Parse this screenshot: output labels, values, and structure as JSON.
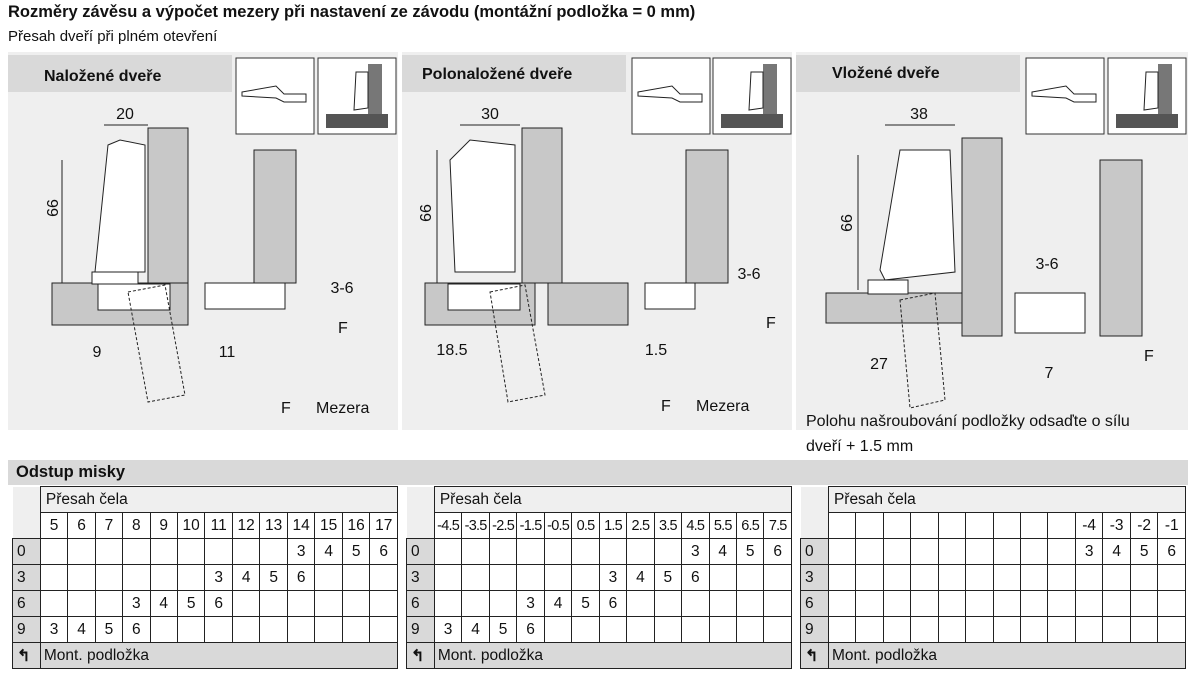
{
  "title": "Rozměry závěsu a výpočet mezery při nastavení ze závodu (montážní podložka = 0 mm)",
  "subtitle": "Přesah dveří při plném otevření",
  "panels": [
    {
      "label": "Naložené dveře",
      "dims": {
        "width": "20",
        "height": "66",
        "gap": "3-6",
        "f": "F",
        "left": "9",
        "right": "11"
      },
      "legend_f": "F",
      "legend_gap": "Mezera"
    },
    {
      "label": "Polonaložené dveře",
      "dims": {
        "width": "30",
        "height": "66",
        "gap": "3-6",
        "f": "F",
        "left": "18.5",
        "right": "1.5"
      },
      "legend_f": "F",
      "legend_gap": "Mezera"
    },
    {
      "label": "Vložené dveře",
      "dims": {
        "width": "38",
        "height": "66",
        "gap": "3-6",
        "f": "F",
        "left": "27",
        "right": "7"
      },
      "note_line1": "Polohu našroubování podložky odsaďte o sílu",
      "note_line2": "dveří + 1.5 mm"
    }
  ],
  "section_title": "Odstup misky",
  "tables": [
    {
      "overlay_label": "Přesah čela",
      "columns": [
        "5",
        "6",
        "7",
        "8",
        "9",
        "10",
        "11",
        "12",
        "13",
        "14",
        "15",
        "16",
        "17"
      ],
      "rows": [
        {
          "label": "0",
          "cells": [
            "",
            "",
            "",
            "",
            "",
            "",
            "",
            "",
            "",
            "3",
            "4",
            "5",
            "6"
          ]
        },
        {
          "label": "3",
          "cells": [
            "",
            "",
            "",
            "",
            "",
            "",
            "3",
            "4",
            "5",
            "6",
            "",
            "",
            ""
          ]
        },
        {
          "label": "6",
          "cells": [
            "",
            "",
            "",
            "3",
            "4",
            "5",
            "6",
            "",
            "",
            "",
            "",
            "",
            ""
          ]
        },
        {
          "label": "9",
          "cells": [
            "3",
            "4",
            "5",
            "6",
            "",
            "",
            "",
            "",
            "",
            "",
            "",
            "",
            ""
          ]
        }
      ],
      "footer": "Mont. podložka"
    },
    {
      "overlay_label": "Přesah čela",
      "columns": [
        "-4.5",
        "-3.5",
        "-2.5",
        "-1.5",
        "-0.5",
        "0.5",
        "1.5",
        "2.5",
        "3.5",
        "4.5",
        "5.5",
        "6.5",
        "7.5"
      ],
      "rows": [
        {
          "label": "0",
          "cells": [
            "",
            "",
            "",
            "",
            "",
            "",
            "",
            "",
            "",
            "3",
            "4",
            "5",
            "6"
          ]
        },
        {
          "label": "3",
          "cells": [
            "",
            "",
            "",
            "",
            "",
            "",
            "3",
            "4",
            "5",
            "6",
            "",
            "",
            ""
          ]
        },
        {
          "label": "6",
          "cells": [
            "",
            "",
            "",
            "3",
            "4",
            "5",
            "6",
            "",
            "",
            "",
            "",
            "",
            ""
          ]
        },
        {
          "label": "9",
          "cells": [
            "3",
            "4",
            "5",
            "6",
            "",
            "",
            "",
            "",
            "",
            "",
            "",
            "",
            ""
          ]
        }
      ],
      "footer": "Mont. podložka"
    },
    {
      "overlay_label": "Přesah čela",
      "columns": [
        "",
        "",
        "",
        "",
        "",
        "",
        "",
        "",
        "",
        "-4",
        "-3",
        "-2",
        "-1"
      ],
      "rows": [
        {
          "label": "0",
          "cells": [
            "",
            "",
            "",
            "",
            "",
            "",
            "",
            "",
            "",
            "3",
            "4",
            "5",
            "6"
          ]
        },
        {
          "label": "3",
          "cells": [
            "",
            "",
            "",
            "",
            "",
            "",
            "",
            "",
            "",
            "",
            "",
            "",
            ""
          ]
        },
        {
          "label": "6",
          "cells": [
            "",
            "",
            "",
            "",
            "",
            "",
            "",
            "",
            "",
            "",
            "",
            "",
            ""
          ]
        },
        {
          "label": "9",
          "cells": [
            "",
            "",
            "",
            "",
            "",
            "",
            "",
            "",
            "",
            "",
            "",
            "",
            ""
          ]
        }
      ],
      "footer": "Mont. podložka"
    }
  ],
  "colors": {
    "panel_bg": "#efefef",
    "header_bg": "#d9d9d9",
    "part_fill": "#c8c8c8"
  }
}
